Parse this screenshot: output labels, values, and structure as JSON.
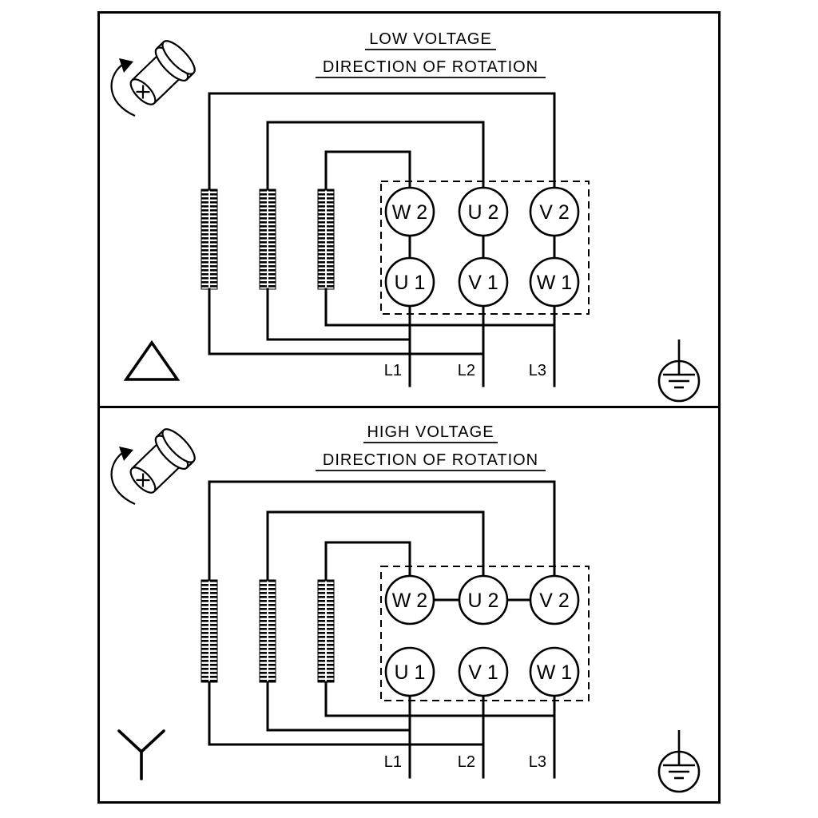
{
  "panels": [
    {
      "title": "LOW VOLTAGE",
      "subtitle": "DIRECTION OF ROTATION",
      "connection_symbol": "delta",
      "terminals_top": [
        "W 2",
        "U 2",
        "V 2"
      ],
      "terminals_bottom": [
        "U 1",
        "V 1",
        "W 1"
      ],
      "leads": [
        "L1",
        "L2",
        "L3"
      ]
    },
    {
      "title": "HIGH VOLTAGE",
      "subtitle": "DIRECTION OF ROTATION",
      "connection_symbol": "star",
      "terminals_top": [
        "W 2",
        "U 2",
        "V 2"
      ],
      "terminals_bottom": [
        "U 1",
        "V 1",
        "W 1"
      ],
      "leads": [
        "L1",
        "L2",
        "L3"
      ]
    }
  ],
  "icons": {
    "rotation": "motor-shaft-rotation-arrow-icon",
    "ground": "earth-ground-icon"
  },
  "colors": {
    "line": "#000000",
    "background": "#ffffff"
  }
}
